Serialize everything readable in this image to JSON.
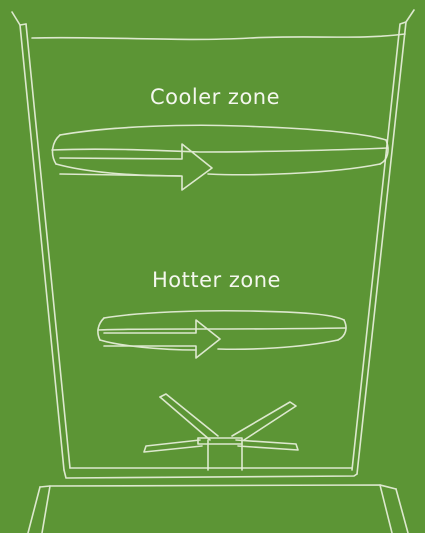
{
  "zones": {
    "cooler_label": "Cooler zone",
    "hotter_label": "Hotter zone"
  },
  "colors": {
    "background": "#5c9535",
    "line": "#e8f0dc",
    "text": "#f4f7ee"
  },
  "icons": [
    "blender-jar-outline",
    "circulation-arrow",
    "blender-blade"
  ]
}
